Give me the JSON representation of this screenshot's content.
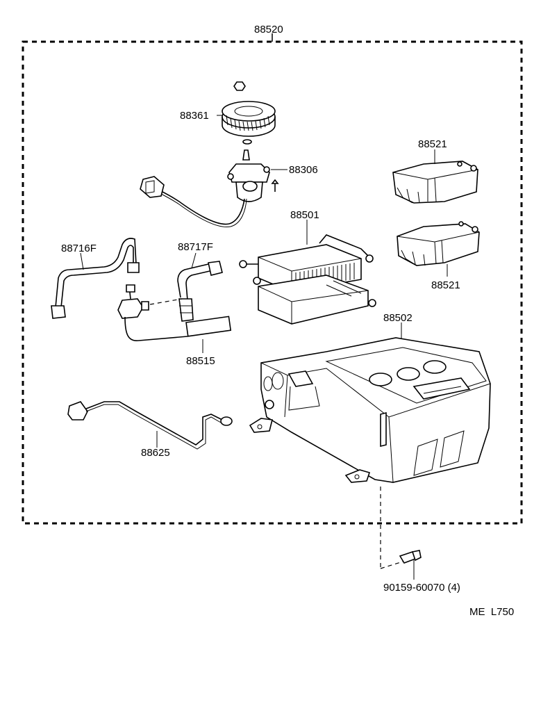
{
  "diagram": {
    "assembly_label": "88520",
    "parts": {
      "blower_fan": "88361",
      "blower_motor": "88306",
      "cooling_unit_case_upper": "88521",
      "cooling_unit_case_lower": "88521",
      "evaporator": "88501",
      "tube_88716F": "88716F",
      "tube_88717F": "88717F",
      "thermistor": "88515",
      "cooling_unit_case": "88502",
      "wire_harness": "88625"
    },
    "bolt_label": "90159-60070 (4)",
    "footer_code": "ME  L750"
  }
}
